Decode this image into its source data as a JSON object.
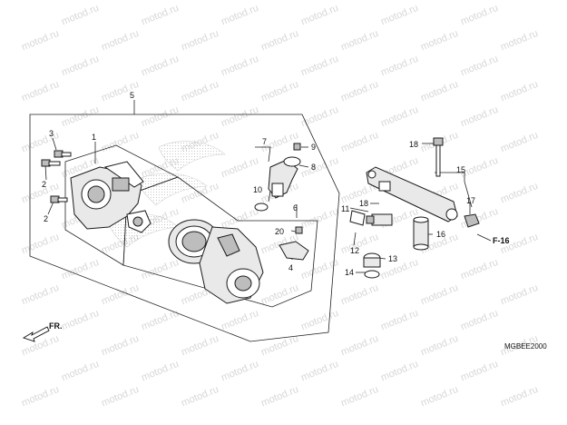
{
  "watermark": "motod.ru",
  "callouts": {
    "c1": "1",
    "c2a": "2",
    "c2b": "2",
    "c3": "3",
    "c4": "4",
    "c5": "5",
    "c6": "6",
    "c7": "7",
    "c8": "8",
    "c9": "9",
    "c10": "10",
    "c11": "11",
    "c12": "12",
    "c13": "13",
    "c14": "14",
    "c15": "15",
    "c16": "16",
    "c17": "17",
    "c18a": "18",
    "c18b": "18",
    "c20": "20"
  },
  "ref_label": "F-16",
  "front_label": "FR.",
  "diagram_code": "MGBEE2000"
}
